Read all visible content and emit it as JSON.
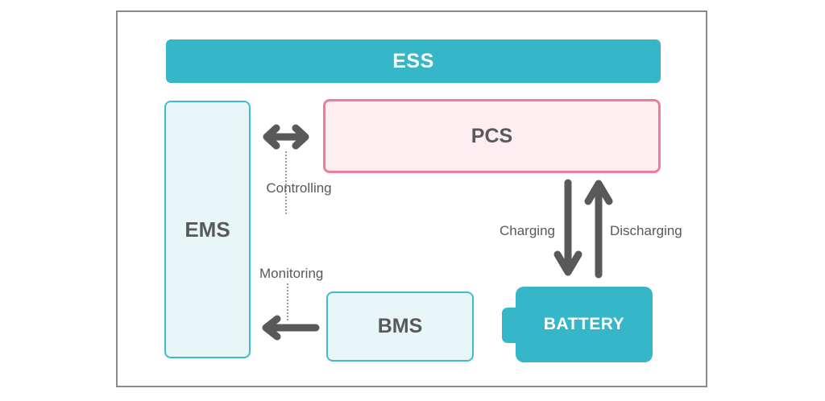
{
  "diagram": {
    "blocks": {
      "ess": {
        "label": "ESS"
      },
      "ems": {
        "label": "EMS"
      },
      "pcs": {
        "label": "PCS"
      },
      "bms": {
        "label": "BMS"
      },
      "battery": {
        "label": "BATTERY"
      }
    },
    "connections": {
      "controlling": {
        "label": "Controlling",
        "from": "EMS",
        "to": "PCS",
        "direction": "bidirectional"
      },
      "monitoring": {
        "label": "Monitoring",
        "from": "BMS",
        "to": "EMS",
        "direction": "one-way"
      },
      "charging": {
        "label": "Charging",
        "from": "PCS",
        "to": "BATTERY",
        "direction": "down"
      },
      "discharging": {
        "label": "Discharging",
        "from": "BATTERY",
        "to": "PCS",
        "direction": "up"
      }
    },
    "colors": {
      "teal": "#36b6c9",
      "light_cyan_fill": "#e9f6f8",
      "cyan_border": "#3fbcd1",
      "pink_border": "#ec7e99",
      "light_pink_fill": "#fdeef2",
      "text_and_arrows": "#58595b",
      "frame_border": "#8a8a8a"
    }
  }
}
